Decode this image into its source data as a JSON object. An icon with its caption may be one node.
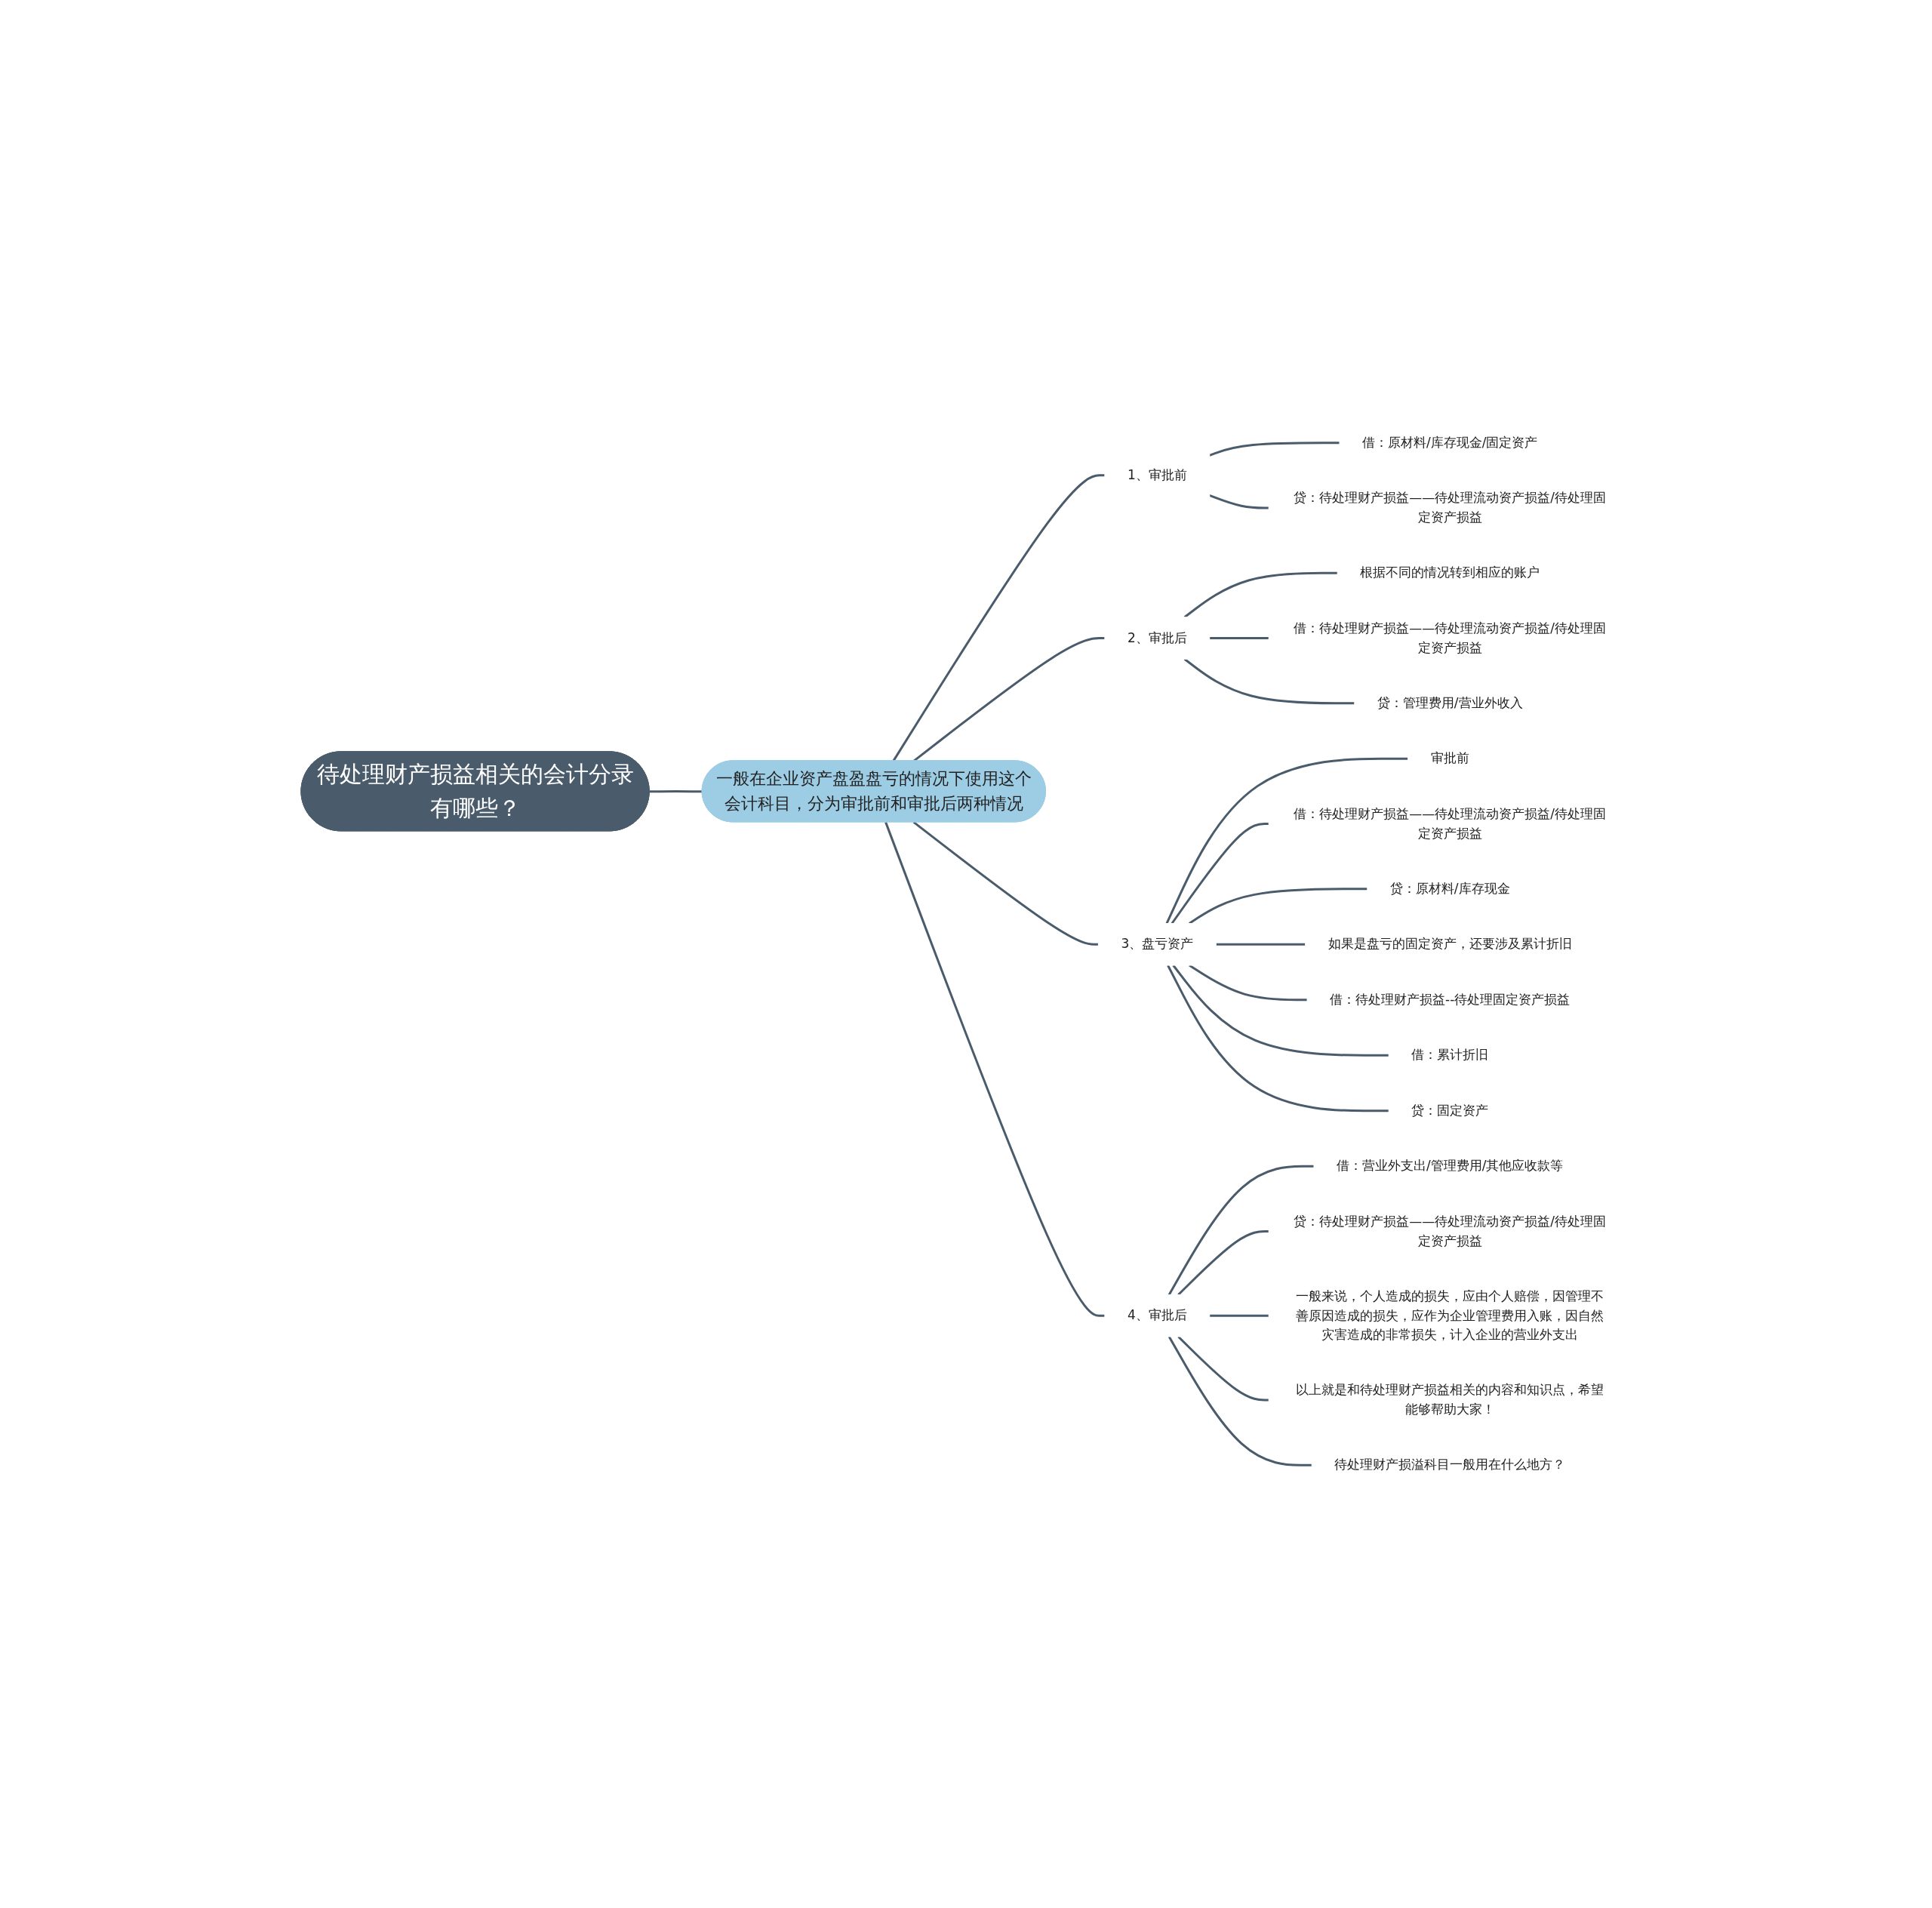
{
  "diagram": {
    "nodes": [
      {
        "text": [
          "待处理财产损益相关的会计分录有哪些？"
        ]
      },
      {
        "text": [
          "一般在企业资产盘盈盘亏的情况下使用这个会计科目，分为审批前和审批后两种情况"
        ]
      },
      {
        "text": [
          "1、审批前"
        ]
      },
      {
        "text": [
          "借：原材料/库存现金/固定资产"
        ]
      },
      {
        "text": [
          "贷：待处理财产损益——待处理流动资产损益/待处理固定资产损益"
        ]
      },
      {
        "text": [
          "2、审批后"
        ]
      },
      {
        "text": [
          "根据不同的情况转到相应的账户"
        ]
      },
      {
        "text": [
          "借：待处理财产损益——待处理流动资产损益/待处理固定资产损益"
        ]
      },
      {
        "text": [
          "贷：管理费用/营业外收入"
        ]
      },
      {
        "text": [
          "3、盘亏资产"
        ]
      },
      {
        "text": [
          "审批前"
        ]
      },
      {
        "text": [
          "借：待处理财产损益——待处理流动资产损益/待处理固定资产损益"
        ]
      },
      {
        "text": [
          "贷：原材料/库存现金"
        ]
      },
      {
        "text": [
          "如果是盘亏的固定资产，还要涉及累计折旧"
        ]
      },
      {
        "text": [
          "借：待处理财产损益--待处理固定资产损益"
        ]
      },
      {
        "text": [
          "借：累计折旧"
        ]
      },
      {
        "text": [
          "贷：固定资产"
        ]
      },
      {
        "text": [
          "4、审批后"
        ]
      },
      {
        "text": [
          "借：营业外支出/管理费用/其他应收款等"
        ]
      },
      {
        "text": [
          "贷：待处理财产损益——待处理流动资产损益/待处理固定资产损益"
        ]
      },
      {
        "text": [
          "一般来说，个人造成的损失，应由个人赔偿，因管理不善原因造成的损失，应作为企业管理费用入账，因自然灾害造成的非常损失，计入企业的营业外支出"
        ]
      },
      {
        "text": [
          "以上就是和待处理财产损益相关的内容和知识点，希望能够帮助大家！"
        ]
      },
      {
        "text": [
          "待处理财产损溢科目一般用在什么地方？"
        ]
      }
    ],
    "edges": [
      {
        "from": 0,
        "to": 1,
        "arrow": "none"
      },
      {
        "from": 1,
        "to": 2,
        "arrow": "none"
      },
      {
        "from": 1,
        "to": 5,
        "arrow": "none"
      },
      {
        "from": 1,
        "to": 9,
        "arrow": "none"
      },
      {
        "from": 1,
        "to": 17,
        "arrow": "none"
      },
      {
        "from": 2,
        "to": 3,
        "arrow": "none"
      },
      {
        "from": 2,
        "to": 4,
        "arrow": "none"
      },
      {
        "from": 5,
        "to": 6,
        "arrow": "none"
      },
      {
        "from": 5,
        "to": 7,
        "arrow": "none"
      },
      {
        "from": 5,
        "to": 8,
        "arrow": "none"
      },
      {
        "from": 9,
        "to": 10,
        "arrow": "none"
      },
      {
        "from": 9,
        "to": 11,
        "arrow": "none"
      },
      {
        "from": 9,
        "to": 12,
        "arrow": "none"
      },
      {
        "from": 9,
        "to": 13,
        "arrow": "none"
      },
      {
        "from": 9,
        "to": 14,
        "arrow": "none"
      },
      {
        "from": 9,
        "to": 15,
        "arrow": "none"
      },
      {
        "from": 9,
        "to": 16,
        "arrow": "none"
      },
      {
        "from": 17,
        "to": 18,
        "arrow": "none"
      },
      {
        "from": 17,
        "to": 19,
        "arrow": "none"
      },
      {
        "from": 17,
        "to": 20,
        "arrow": "none"
      },
      {
        "from": 17,
        "to": 21,
        "arrow": "none"
      },
      {
        "from": 17,
        "to": 22,
        "arrow": "none"
      }
    ]
  }
}
